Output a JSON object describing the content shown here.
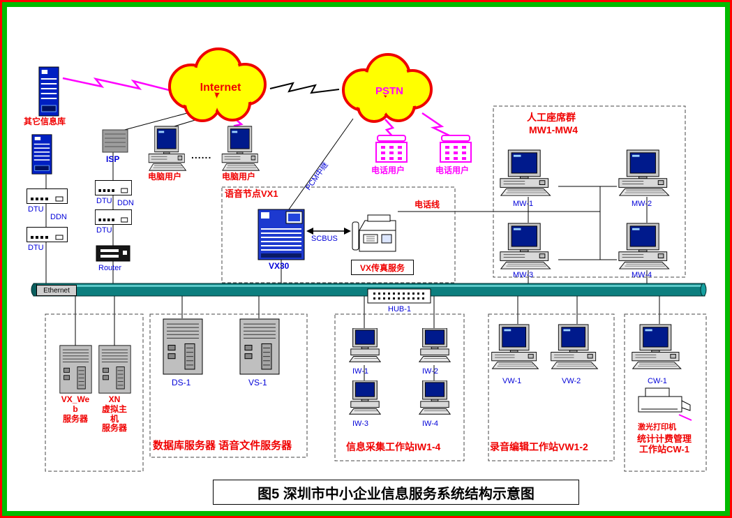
{
  "title": {
    "text": "图5 深圳市中小企业信息服务系统结构示意图"
  },
  "colors": {
    "accent_red": "#ff0000",
    "label_blue": "#0000d8",
    "magenta": "#ff00ff",
    "cloud_yellow": "#ffff00",
    "ethernet_teal": "#0d7f7f",
    "frame_green": "#00bb00",
    "frame_red": "#ff0000"
  },
  "clouds": {
    "internet": "Internet",
    "pstn": "PSTN"
  },
  "top": {
    "other_db": "其它信息库",
    "isp": "ISP",
    "pc_user_1": "电脑用户",
    "pc_user_2": "电脑用户",
    "dots": "......",
    "phone_user_1": "电话用户",
    "phone_user_2": "电话用户"
  },
  "wan": {
    "dtu_1": "DTU",
    "ddn_1": "DDN",
    "dtu_2": "DTU",
    "dtu_3": "DTU",
    "ddn_2": "DDN",
    "dtu_4": "DTU",
    "router": "Router"
  },
  "voice_node": {
    "box_label": "语音节点VX1",
    "vx30": "VX30",
    "scbus": "SCBUS",
    "fax_service": "VX传真服务",
    "phone_line": "电话线",
    "pcm_trunk": "PCM中继"
  },
  "seats": {
    "title_line1": "人工座席群",
    "title_line2": "MW1-MW4",
    "mw_1": "MW-1",
    "mw_2": "MW-2",
    "mw_3": "MW-3",
    "mw_4": "MW-4"
  },
  "lan": {
    "ethernet_label": "Ethernet",
    "hub_label": "HUB-1"
  },
  "server_zone": {
    "vxweb_label": "VX_We\nb\n服务器",
    "xn_label": "XN\n虚拟主\n机\n服务器",
    "ds_1": "DS-1",
    "vs_1": "VS-1",
    "group_label": "数据库服务器 语音文件服务器"
  },
  "iw_zone": {
    "iw_1": "IW-1",
    "iw_2": "IW-2",
    "iw_3": "IW-3",
    "iw_4": "IW-4",
    "group_label": "信息采集工作站IW1-4"
  },
  "vw_zone": {
    "vw_1": "VW-1",
    "vw_2": "VW-2",
    "group_label": "录音编辑工作站VW1-2"
  },
  "cw_zone": {
    "cw_1": "CW-1",
    "printer_label": "激光打印机",
    "group_label": "统计计费管理\n工作站CW-1"
  }
}
